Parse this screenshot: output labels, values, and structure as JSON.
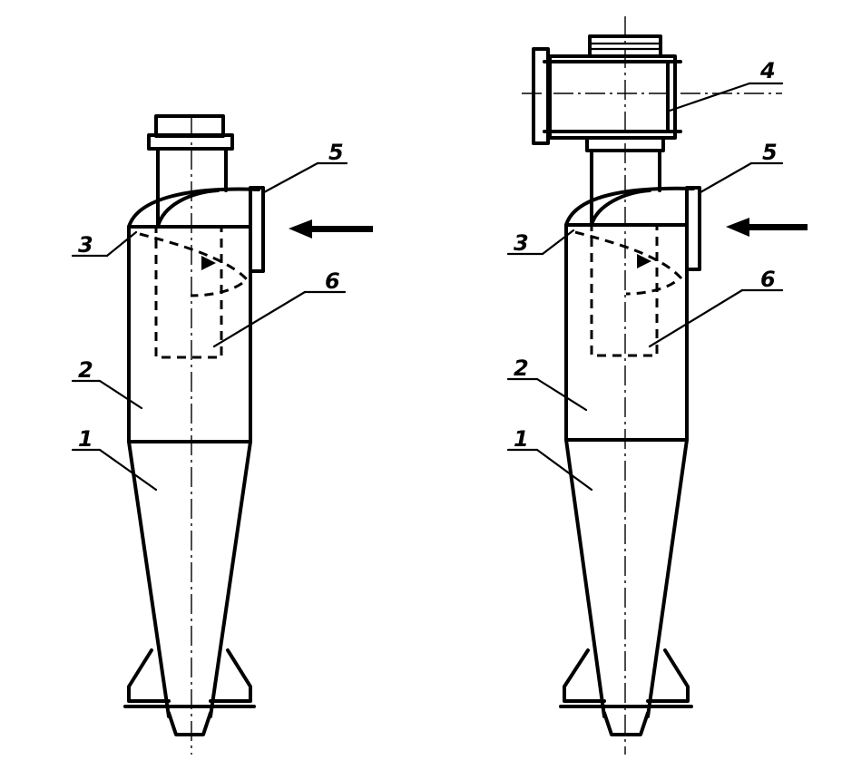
{
  "figure": {
    "left_cyclone": {
      "labels": {
        "part1": "1",
        "part2": "2",
        "part3": "3",
        "part5": "5",
        "part6": "6"
      }
    },
    "right_cyclone": {
      "labels": {
        "part1": "1",
        "part2": "2",
        "part3": "3",
        "part4": "4",
        "part5": "5",
        "part6": "6"
      }
    }
  },
  "icons": {
    "inlet_arrow": "arrow-left-icon"
  },
  "colors": {
    "ink": "#000000",
    "paper": "#ffffff"
  }
}
